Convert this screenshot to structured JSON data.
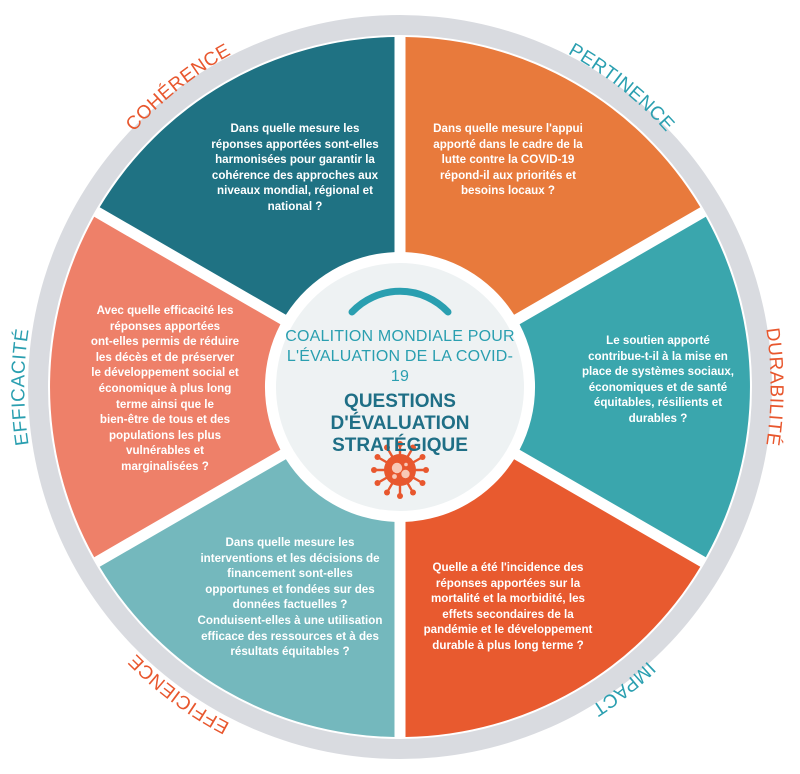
{
  "center": {
    "line1": "COALITION MONDIALE POUR",
    "line2": "L'ÉVALUATION DE LA COVID-19",
    "title1": "QUESTIONS D'ÉVALUATION",
    "title2": "STRATÉGIQUE"
  },
  "segments": [
    {
      "id": "coherence",
      "label": "COHÉRENCE",
      "color": "#e87a3c",
      "text": "Dans quelle mesure les\nréponses apportées sont-elles\nharmonisées pour garantir la\ncohérence des approches aux\nniveaux mondial, régional et\nnational ?"
    },
    {
      "id": "pertinence",
      "label": "PERTINENCE",
      "color": "#3aa6ad",
      "text": "Dans quelle mesure l'appui\napporté dans le cadre de la\nlutte contre la COVID-19\nrépond-il aux priorités et\nbesoins locaux ?"
    },
    {
      "id": "durabilite",
      "label": "DURABILITÉ",
      "color": "#e85a2f",
      "text": "Le soutien apporté\ncontribue-t-il à la mise en\nplace de systèmes sociaux,\néconomiques et de santé\néquitables, résilients et\ndurables ?"
    },
    {
      "id": "impact",
      "label": "IMPACT",
      "color": "#74b8bd",
      "text": "Quelle a été l'incidence des\nréponses apportées sur la\nmortalité et la morbidité, les\neffets secondaires de la\npandémie et le développement\ndurable à plus long terme ?"
    },
    {
      "id": "efficience",
      "label": "EFFICIENCE",
      "color": "#ee8069",
      "text": "Dans quelle mesure les\ninterventions et les décisions de\nfinancement sont-elles\nopportunes et fondées sur des\ndonnées factuelles ?\nConduisent-elles à une utilisation\nefficace des ressources et à des\nrésultats équitables ?"
    },
    {
      "id": "efficacite",
      "label": "EFFICACITÉ",
      "color": "#1f7283",
      "text": "Avec quelle efficacité les\nréponses apportées\nont-elles permis de réduire\nles décès et de préserver\nle développement social et\néconomique à plus long\nterme ainsi que le\nbien-être de tous et des\npopulations les plus\nvulnérables et\nmarginalisées ?"
    }
  ],
  "colors": {
    "ring": "#d9dbe0",
    "center_bg": "#eef2f3",
    "arc": "#2a9fb0",
    "virus": "#e8572e",
    "label_orange": "#e8572e",
    "label_teal": "#2a9fb0"
  }
}
